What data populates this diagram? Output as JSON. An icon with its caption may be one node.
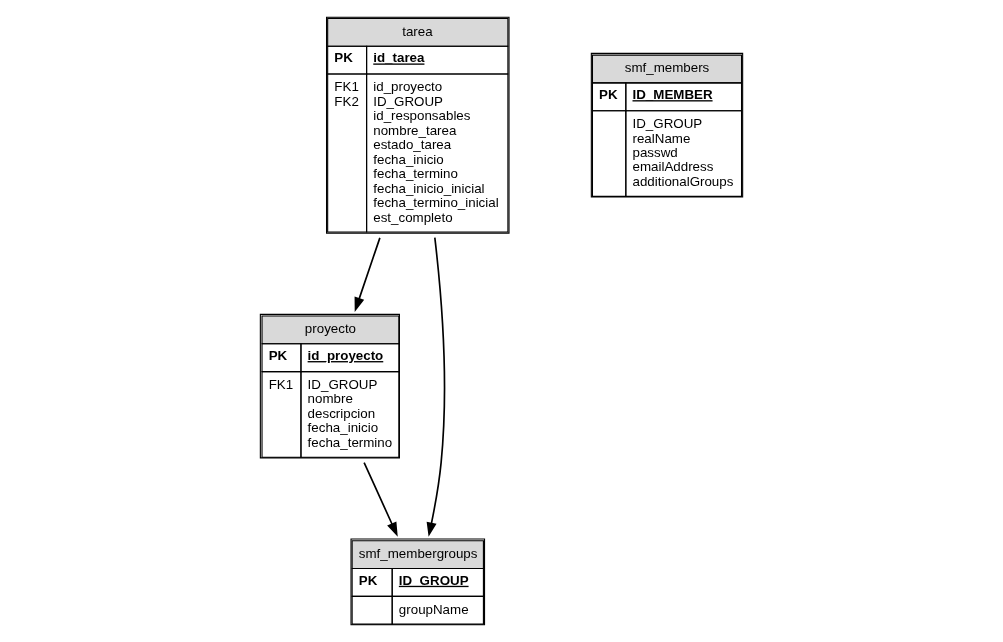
{
  "diagram": {
    "nodes": [
      {
        "text": [
          "tarea",
          "PK",
          "id_tarea",
          "FK1 FK2",
          "id_proyecto ID_GROUP id_responsables nombre_tarea estado_tarea fecha_inicio fecha_termino fecha_inicio_inicial fecha_termino_inicial est_completo"
        ]
      },
      {
        "text": [
          "smf_members",
          "PK",
          "ID_MEMBER",
          "ID_GROUP realName passwd emailAddress additionalGroups"
        ]
      },
      {
        "text": [
          "proyecto",
          "PK",
          "id_proyecto",
          "FK1",
          "ID_GROUP nombre descripcion fecha_inicio fecha_termino"
        ]
      },
      {
        "text": [
          "smf_membergroups",
          "PK",
          "ID_GROUP",
          "groupName"
        ]
      }
    ],
    "edges": [
      {
        "from": 0,
        "to": 2,
        "arrow": "to"
      },
      {
        "from": 0,
        "to": 3,
        "arrow": "to"
      },
      {
        "from": 2,
        "to": 3,
        "arrow": "to"
      }
    ]
  }
}
